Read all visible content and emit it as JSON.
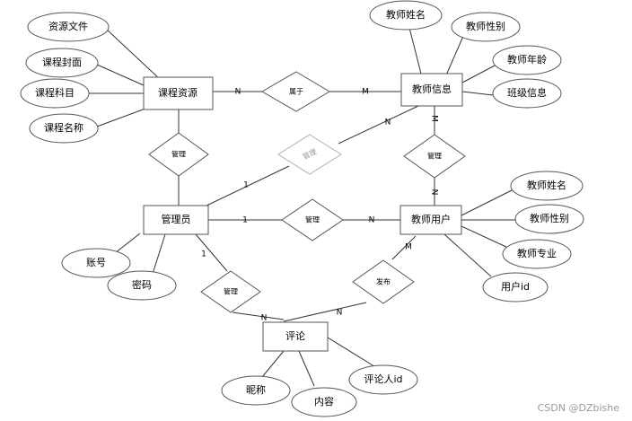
{
  "entities": {
    "course": "课程资源",
    "teacher_info": "教师信息",
    "admin": "管理员",
    "teacher_user": "教师用户",
    "comment": "评论"
  },
  "attributes": {
    "course": [
      "资源文件",
      "课程封面",
      "课程科目",
      "课程名称"
    ],
    "teacher_info": [
      "教师姓名",
      "教师性别",
      "教师年龄",
      "班级信息"
    ],
    "admin": [
      "账号",
      "密码"
    ],
    "teacher_user": [
      "教师姓名",
      "教师性别",
      "教师专业",
      "用户id"
    ],
    "comment": [
      "昵称",
      "内容",
      "评论人id"
    ]
  },
  "relationships": {
    "belongs": "属于",
    "manage_course": "管理",
    "manage_info_faded": "管理",
    "manage_info": "管理",
    "manage_user": "管理",
    "manage_comment": "管理",
    "publish": "发布"
  },
  "cardinalities": {
    "course_belongs": "N",
    "belongs_info": "M",
    "info_faded": "N",
    "faded_admin": "1",
    "info_manage": "M",
    "manage_user_top": "N",
    "admin_manage": "1",
    "manage_user_left": "N",
    "admin_comment": "1",
    "manage_comment_n": "N",
    "publish_user": "M",
    "publish_comment": "N"
  },
  "watermark": "CSDN @DZbishe"
}
